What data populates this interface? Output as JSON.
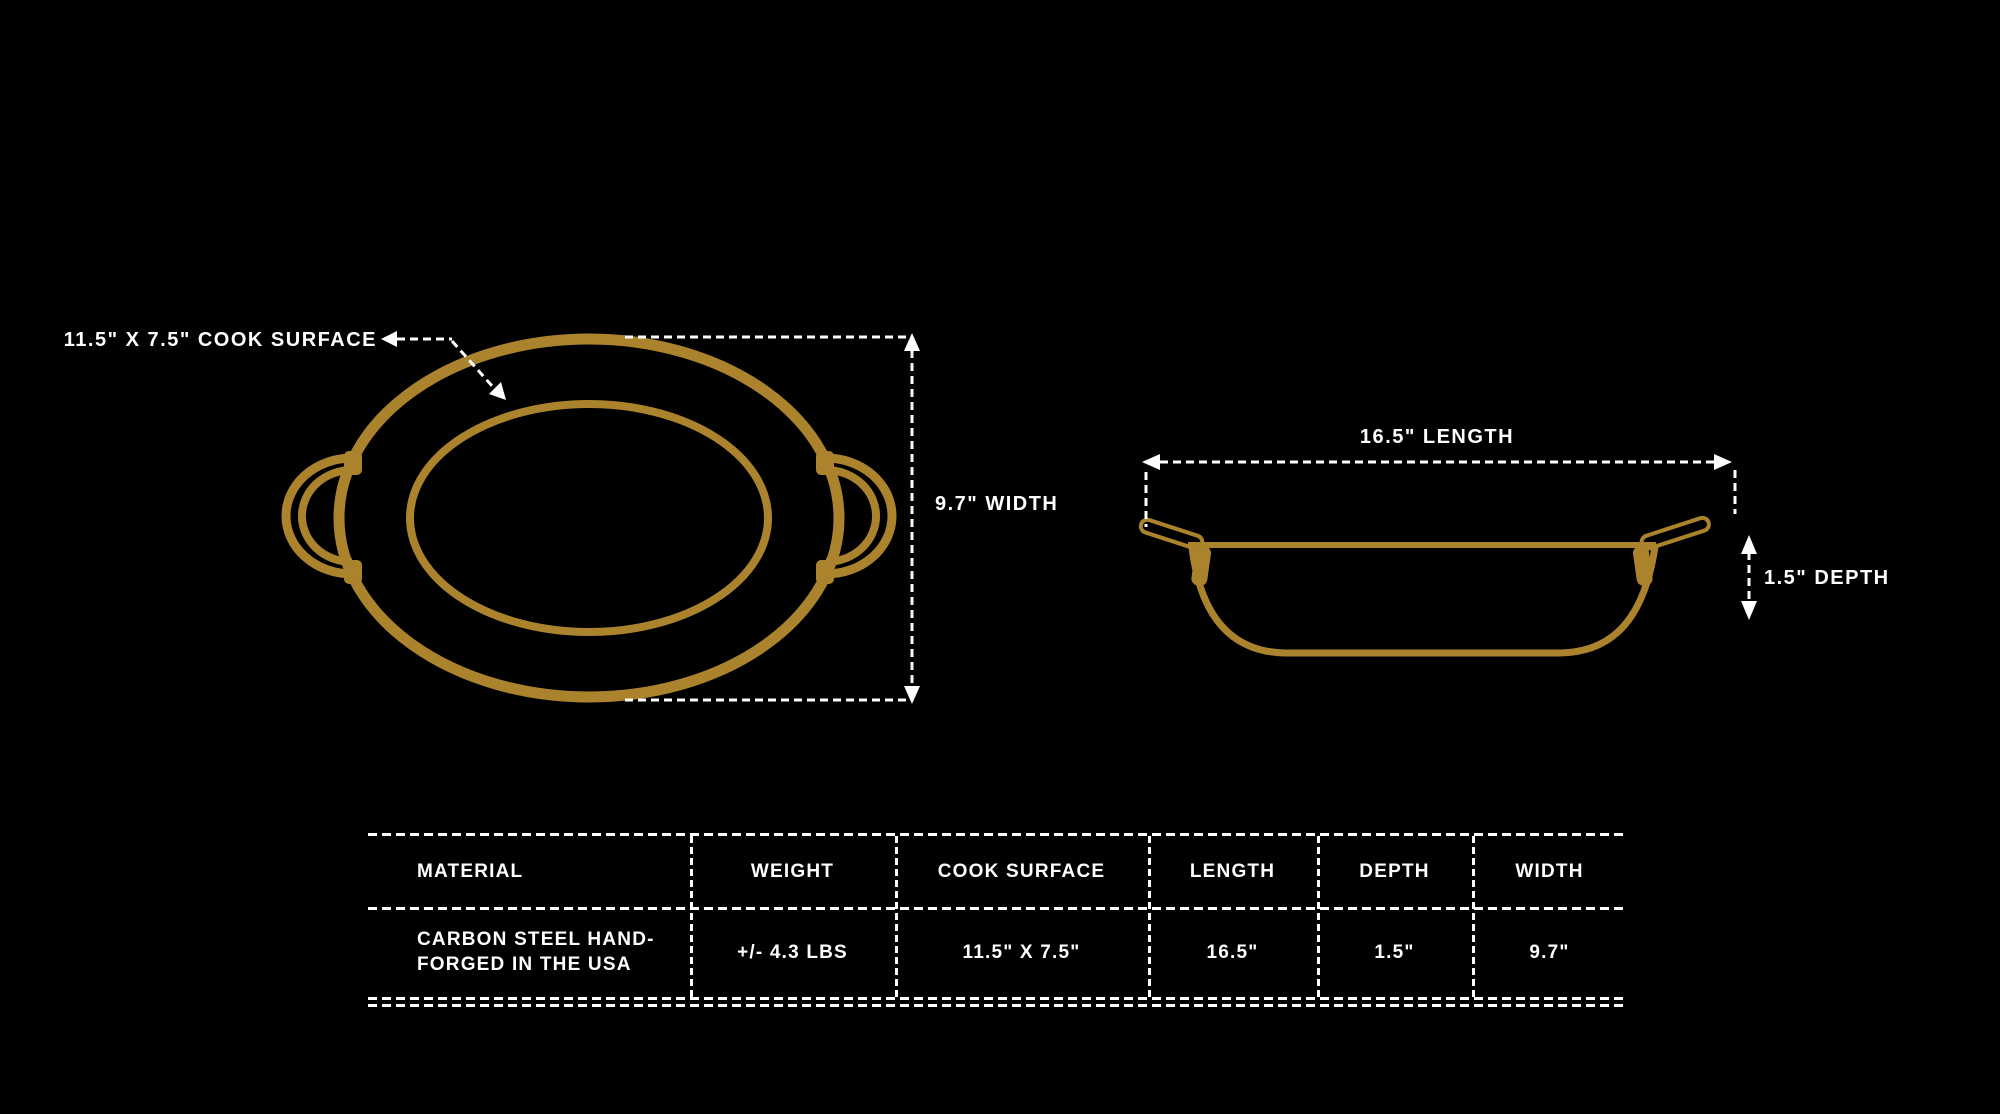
{
  "colors": {
    "background": "#000000",
    "line_gold": "#AB832D",
    "dimension_white": "#FFFFFF"
  },
  "top_view": {
    "callout_label": "11.5\" X 7.5\" COOK SURFACE",
    "width_label": "9.7\" WIDTH"
  },
  "side_view": {
    "length_label": "16.5\" LENGTH",
    "depth_label": "1.5\" DEPTH"
  },
  "spec_table": {
    "headers": [
      "MATERIAL",
      "WEIGHT",
      "COOK SURFACE",
      "LENGTH",
      "DEPTH",
      "WIDTH"
    ],
    "row": [
      "CARBON STEEL HAND-FORGED IN THE USA",
      "+/- 4.3 LBS",
      "11.5\" X 7.5\"",
      "16.5\"",
      "1.5\"",
      "9.7\""
    ]
  }
}
